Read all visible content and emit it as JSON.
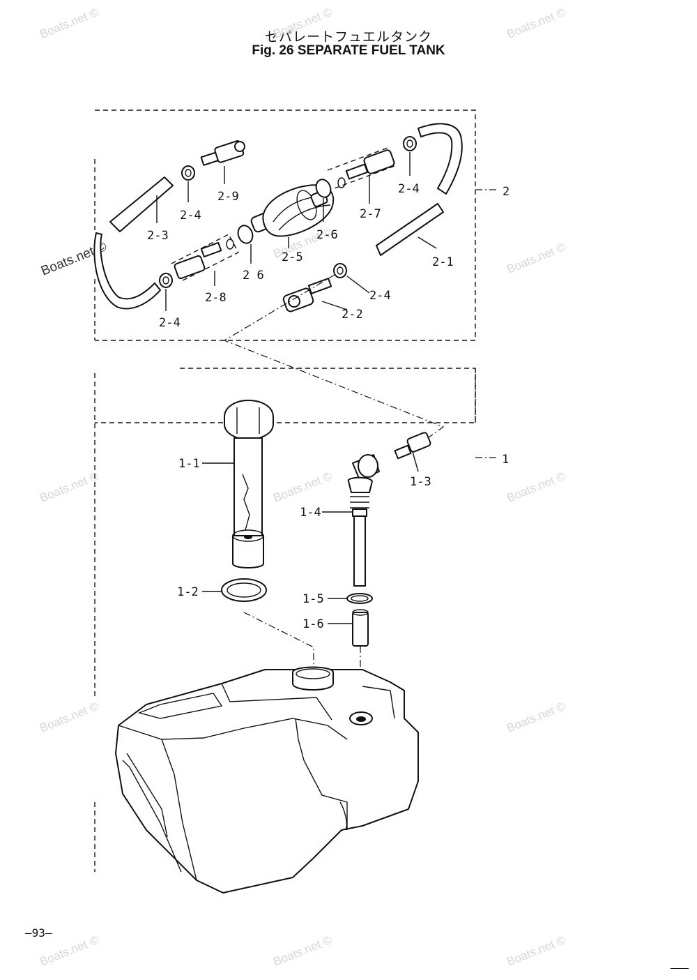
{
  "header": {
    "title_jp": "セパレートフュエルタンク",
    "title_en": "Fig. 26   SEPARATE FUEL TANK"
  },
  "footer": {
    "page_number": "—93—"
  },
  "watermark": {
    "text": "Boats.net ©",
    "text_dark": "Boats.net ©"
  },
  "callouts": {
    "group_2": "2",
    "group_1": "1",
    "p2_1": "2-1",
    "p2_2": "2-2",
    "p2_3": "2-3",
    "p2_4a": "2-4",
    "p2_4b": "2-4",
    "p2_4c": "2-4",
    "p2_4d": "2-4",
    "p2_5": "2-5",
    "p2_6a": "2-6",
    "p2_6b": "2 6",
    "p2_7": "2-7",
    "p2_8": "2-8",
    "p2_9": "2-9",
    "p1_1": "1-1",
    "p1_2": "1-2",
    "p1_3": "1-3",
    "p1_4": "1-4",
    "p1_5": "1-5",
    "p1_6": "1-6"
  },
  "colors": {
    "ink": "#111111",
    "watermark": "#d6d6d6"
  }
}
